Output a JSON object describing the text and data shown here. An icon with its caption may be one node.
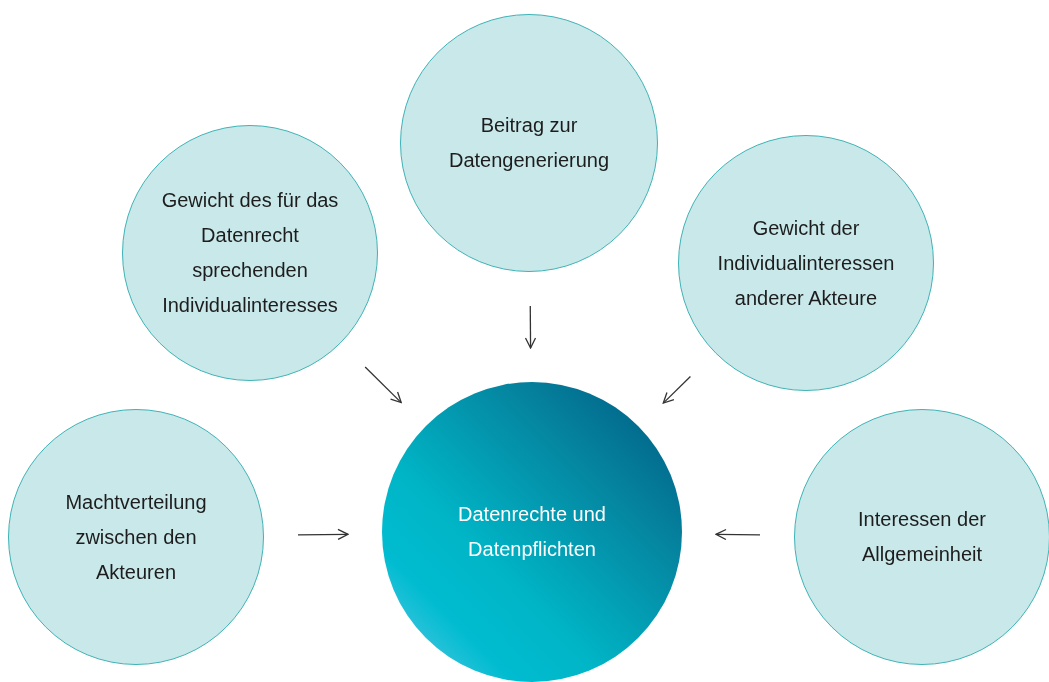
{
  "diagram": {
    "nodes": [
      {
        "text": [
          "Beitrag zur Datengenerierung"
        ]
      },
      {
        "text": [
          "Gewicht des für das Datenrecht sprechenden Individualinteresses"
        ]
      },
      {
        "text": [
          "Gewicht der Individualinteressen anderer Akteure"
        ]
      },
      {
        "text": [
          "Machtverteilung zwischen den Akteuren"
        ]
      },
      {
        "text": [
          "Datenrechte und Datenpflichten"
        ]
      },
      {
        "text": [
          "Interessen der Allgemeinheit"
        ]
      }
    ],
    "edges": [
      {
        "from": 0,
        "to": 4,
        "arrow": "to"
      },
      {
        "from": 1,
        "to": 4,
        "arrow": "to"
      },
      {
        "from": 2,
        "to": 4,
        "arrow": "to"
      },
      {
        "from": 3,
        "to": 4,
        "arrow": "to"
      },
      {
        "from": 5,
        "to": 4,
        "arrow": "to"
      }
    ]
  }
}
